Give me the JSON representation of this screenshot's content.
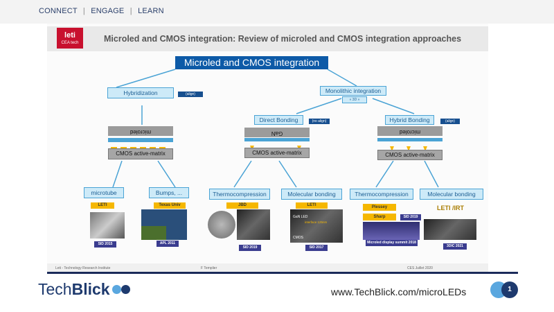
{
  "topnav": {
    "item1": "CONNECT",
    "sep1": "|",
    "item2": "ENGAGE",
    "sep2": "|",
    "item3": "LEARN"
  },
  "slide": {
    "logo_text": "leti",
    "logo_sub": "CEA tech",
    "title": "Microled and CMOS integration: Review of microled and CMOS integration approaches",
    "main_box": "Microled and CMOS integration",
    "hybridization": {
      "label": "Hybridization",
      "tag": "(align)"
    },
    "monolithic": {
      "label": "Monolithic integration",
      "tag": "« 3D »"
    },
    "direct_bonding": {
      "label": "Direct Bonding",
      "tag": "(no align)"
    },
    "hybrid_bonding": {
      "label": "Hybrid Bonding",
      "tag": "(align)"
    },
    "chip1": {
      "top": "microled",
      "bottom": "CMOS active-matrix"
    },
    "chip2": {
      "top": "GaN",
      "bottom": "CMOS active-matrix"
    },
    "chip3": {
      "top": "microled",
      "bottom": "CMOS active-matrix"
    },
    "leaves": [
      {
        "label": "microtube",
        "source": "LETI",
        "ref": "SID 2015"
      },
      {
        "label": "Bumps, ...",
        "source": "Texas Univ",
        "ref": "APL 2011"
      },
      {
        "label": "Thermocompression",
        "source": "JBD",
        "ref": "SID 2019"
      },
      {
        "label": "Molecular bonding",
        "source": "LETI",
        "ref": "SID 2017"
      },
      {
        "label": "Thermocompression",
        "source": "Plessey",
        "source2": "Sharp",
        "ref2": "SID 2019",
        "ref": "Microled display summit 2018"
      },
      {
        "label": "Molecular bonding",
        "source": "LETI /IRT",
        "ref": "3DIC 2021"
      }
    ],
    "photo_text": {
      "gan_led": "GaN LED",
      "interface": "interface 125nm",
      "cmos": "CMOS"
    },
    "footer": {
      "left": "Leti - Technology Research Institute",
      "mid": "F Templier",
      "right": "CES Juillet 2020"
    }
  },
  "brand": {
    "tech": "Tech",
    "blick": "Blick",
    "url": "www.TechBlick.com/microLEDs",
    "page": "1"
  },
  "colors": {
    "navy": "#1e3a6e",
    "light_blue": "#5aa7df",
    "box_blue": "#0d5aa7",
    "orange": "#f5b700",
    "leti_red": "#c8102e"
  }
}
